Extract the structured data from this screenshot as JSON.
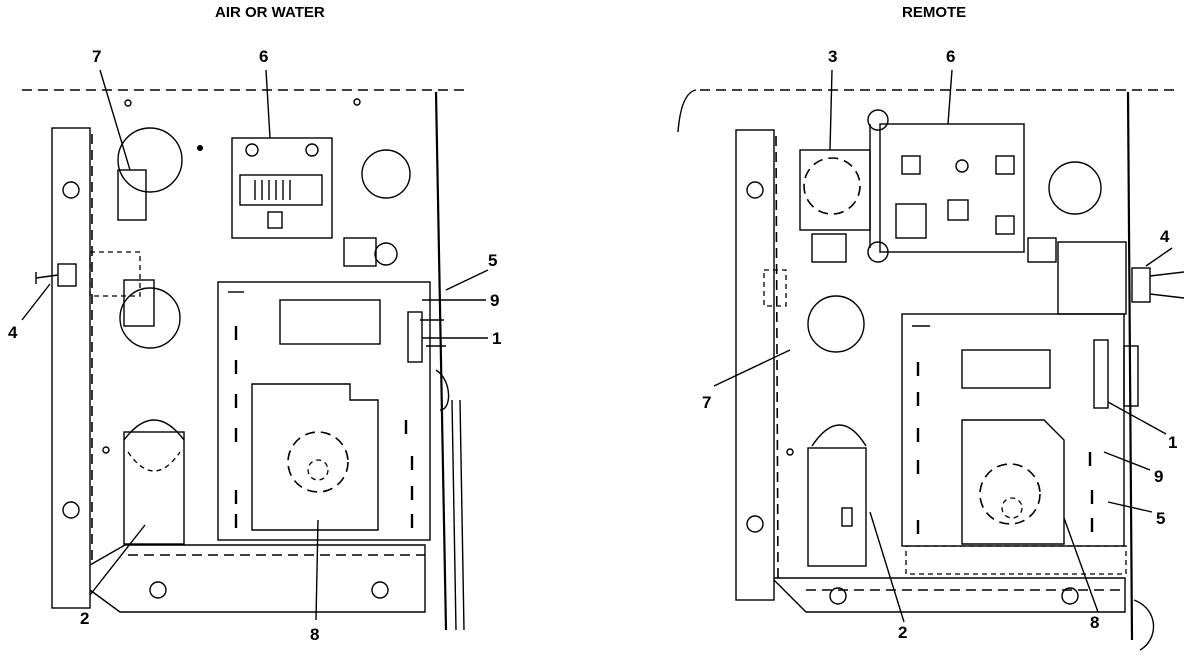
{
  "panels": [
    {
      "title": "AIR OR WATER",
      "callouts": [
        "7",
        "6",
        "5",
        "9",
        "1",
        "4",
        "2",
        "8"
      ]
    },
    {
      "title": "REMOTE",
      "callouts": [
        "3",
        "6",
        "4",
        "7",
        "1",
        "9",
        "5",
        "2",
        "8"
      ]
    }
  ]
}
